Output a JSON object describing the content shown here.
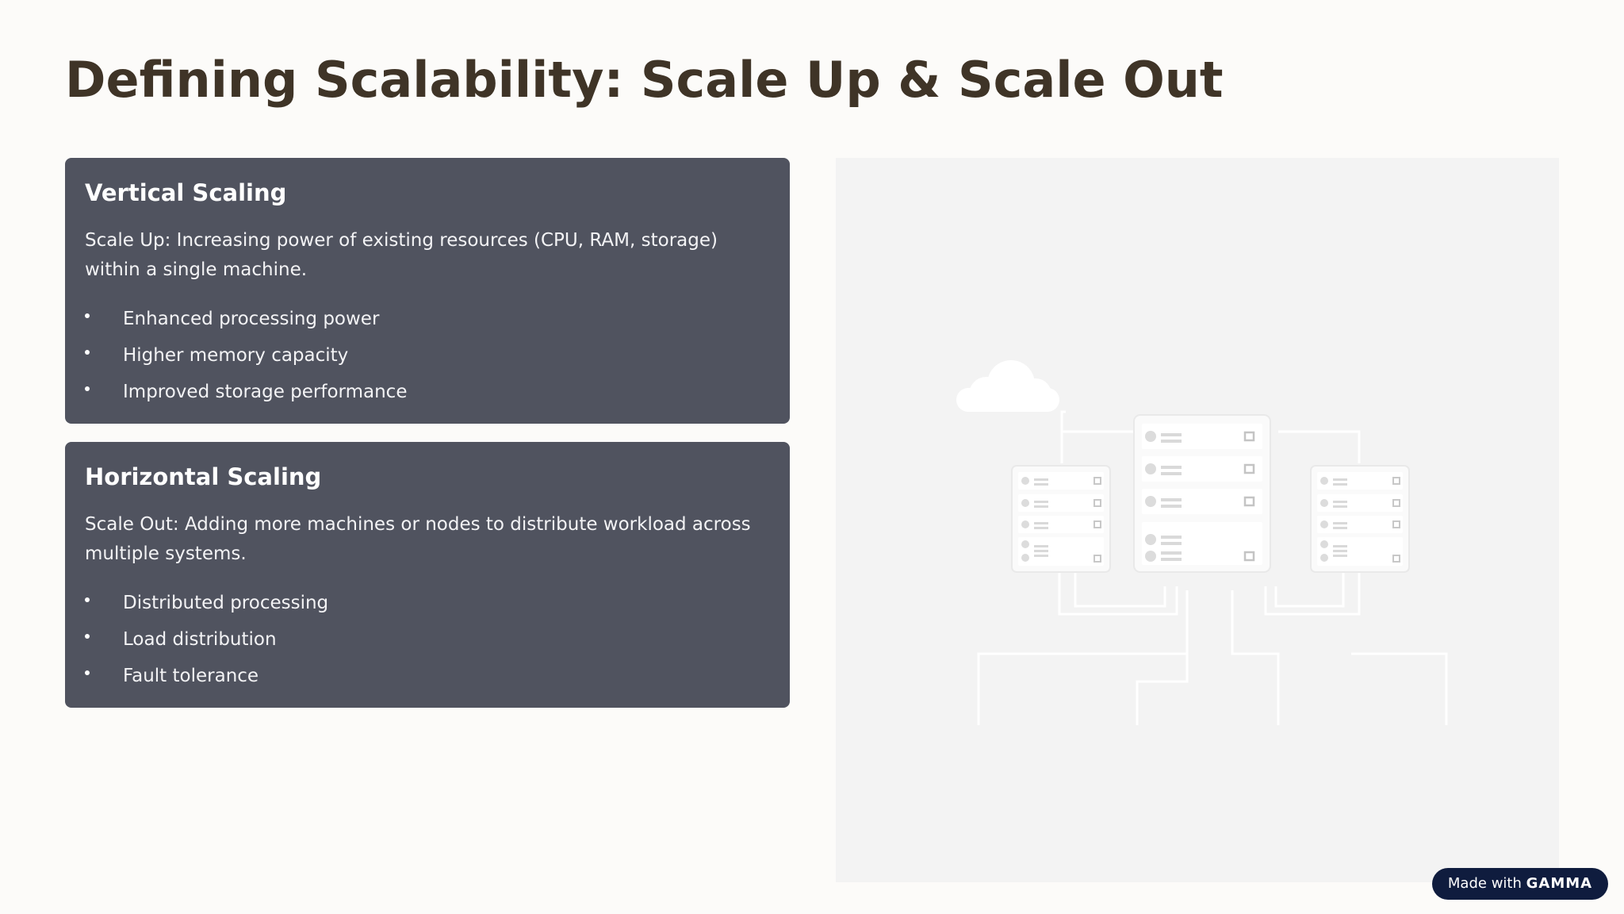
{
  "slide": {
    "title": "Defining Scalability: Scale Up & Scale Out"
  },
  "cards": [
    {
      "heading": "Vertical Scaling",
      "description": "Scale Up: Increasing power of existing resources (CPU, RAM, storage) within a single machine.",
      "bullets": [
        "Enhanced processing power",
        "Higher memory capacity",
        "Improved storage performance"
      ]
    },
    {
      "heading": "Horizontal Scaling",
      "description": "Scale Out: Adding more machines or nodes to distribute workload across multiple systems.",
      "bullets": [
        "Distributed processing",
        "Load distribution",
        "Fault tolerance"
      ]
    }
  ],
  "badge": {
    "prefix": "Made with",
    "brand": "GAMMA"
  },
  "illustration": {
    "icons": [
      "cloud-icon",
      "server-rack-icon"
    ]
  },
  "colors": {
    "background": "#fcfbf9",
    "title": "#3f3427",
    "card": "#50535f",
    "badge": "#0f1c3e"
  }
}
